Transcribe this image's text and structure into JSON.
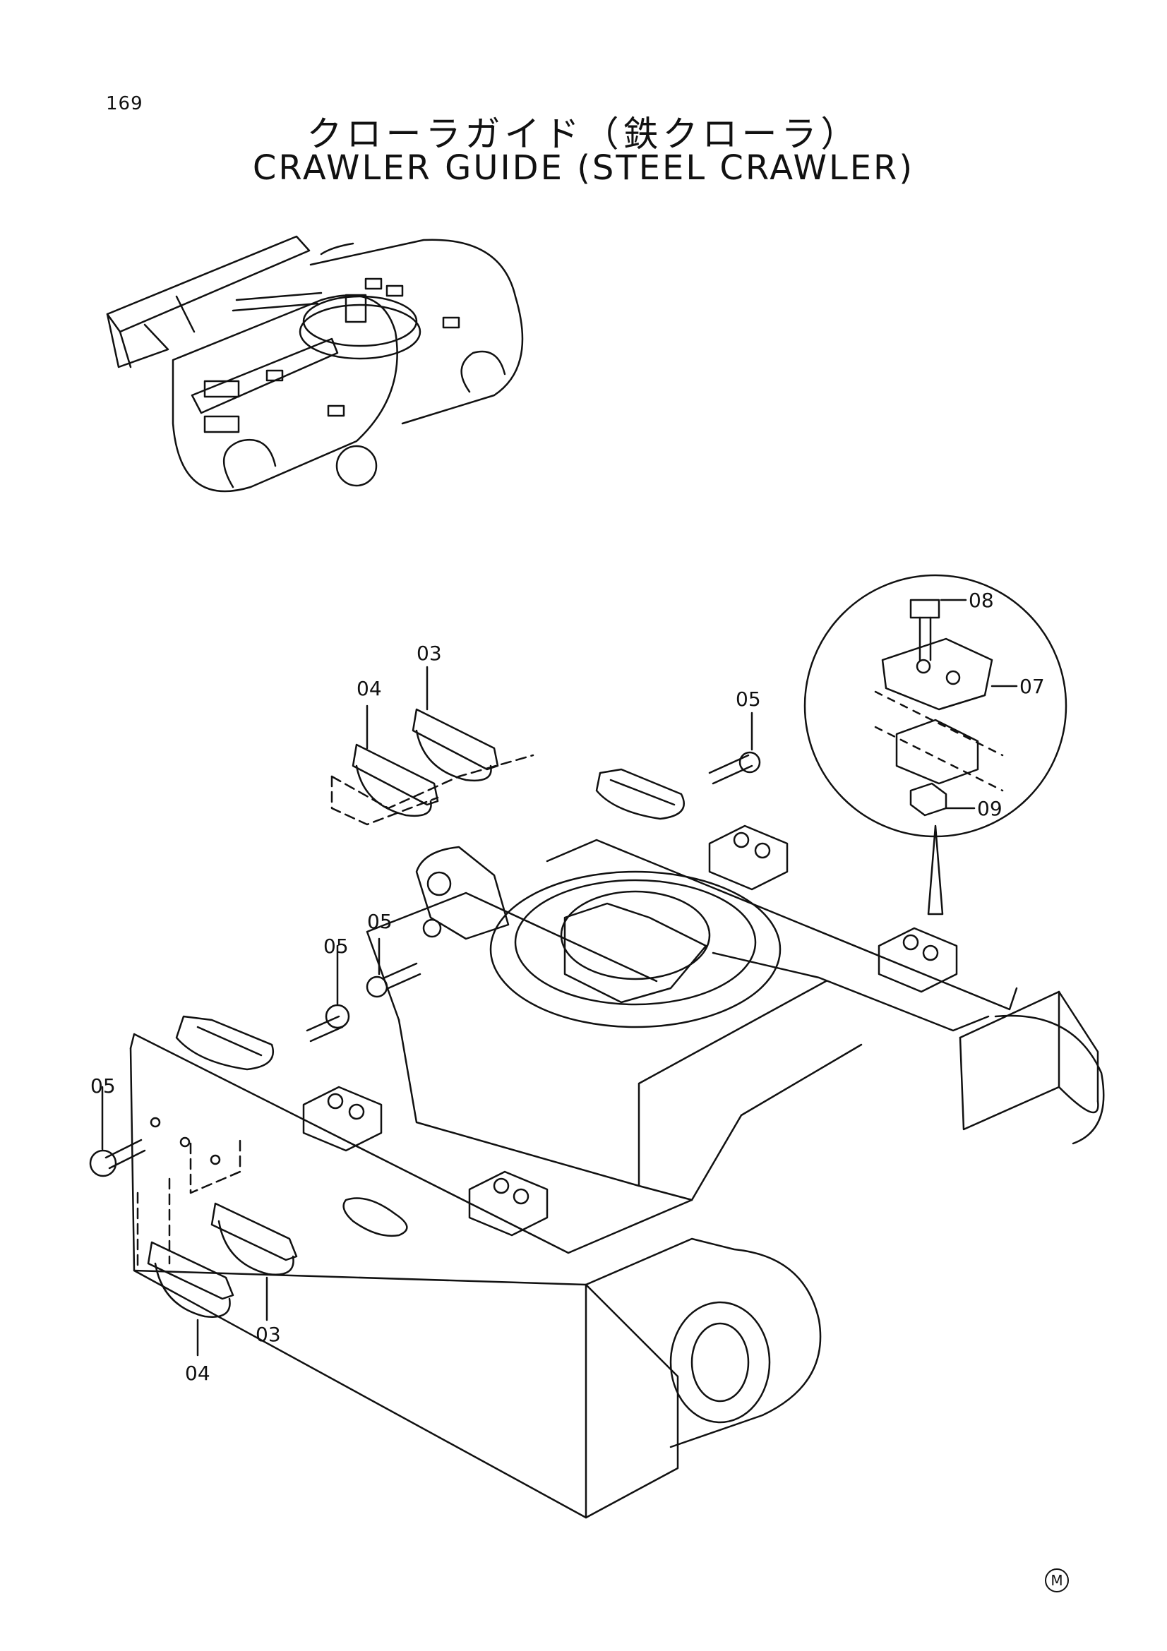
{
  "page": {
    "number": "169",
    "mark": "M"
  },
  "title": {
    "japanese": "クローラガイド（鉄クローラ）",
    "english": "CRAWLER GUIDE (STEEL CRAWLER)"
  },
  "callouts": {
    "c03_top": "03",
    "c04_top": "04",
    "c05_top_right": "05",
    "c05_mid_a": "05",
    "c05_mid_b": "05",
    "c05_left": "05",
    "c03_bottom": "03",
    "c04_bottom": "04",
    "c07": "07",
    "c08": "08",
    "c09": "09"
  }
}
